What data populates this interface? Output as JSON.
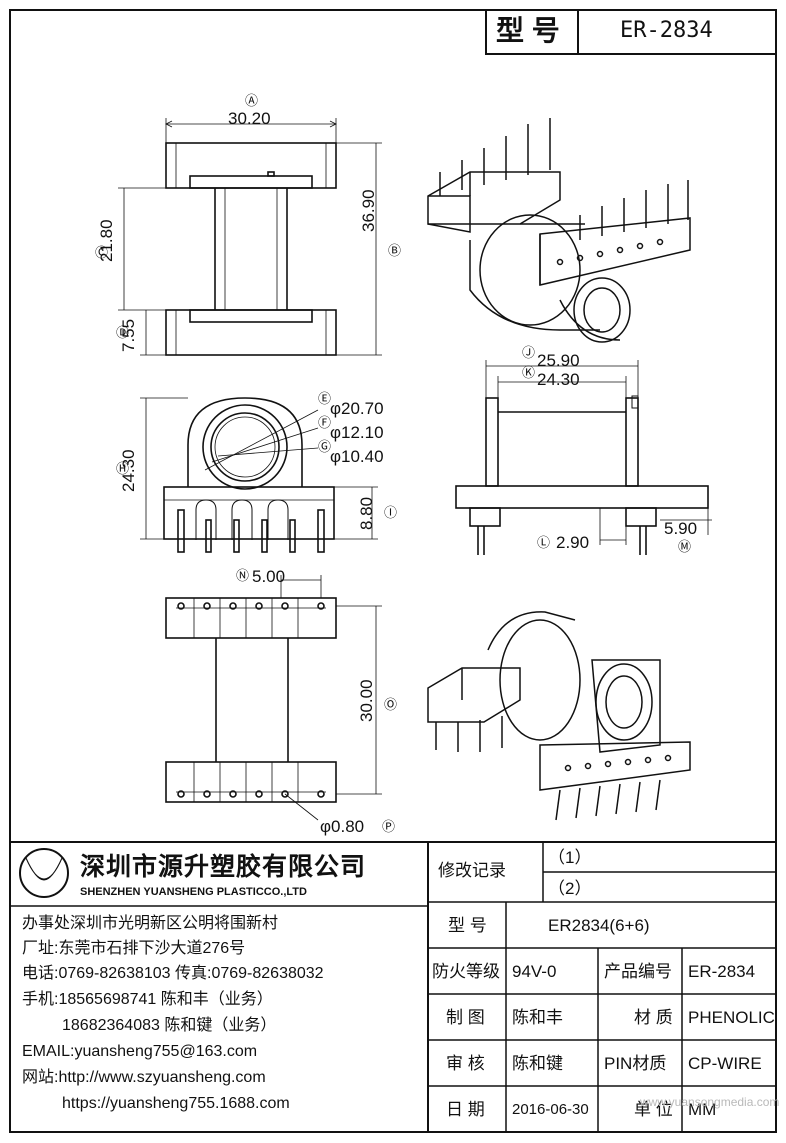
{
  "header": {
    "model_label": "型 号",
    "model_value": "ER-2834"
  },
  "dimensions": {
    "A": "Ⓐ",
    "A_val": "30.20",
    "B": "Ⓑ",
    "B_val": "36.90",
    "C": "Ⓒ",
    "C_val": "21.80",
    "D": "Ⓓ",
    "D_val": "7.55",
    "E": "Ⓔ",
    "E_val": "φ20.70",
    "F": "Ⓕ",
    "F_val": "φ12.10",
    "G": "Ⓖ",
    "G_val": "φ10.40",
    "H": "Ⓗ",
    "H_val": "24.30",
    "I": "Ⓘ",
    "I_val": "8.80",
    "J": "Ⓙ",
    "J_val": "25.90",
    "K": "Ⓚ",
    "K_val": "24.30",
    "L": "Ⓛ",
    "L_val": "2.90",
    "M": "Ⓜ",
    "M_val": "5.90",
    "N": "Ⓝ",
    "N_val": "5.00",
    "O": "Ⓞ",
    "O_val": "30.00",
    "P": "Ⓟ",
    "P_val": "φ0.80"
  },
  "company": {
    "name_cn": "深圳市源升塑胶有限公司",
    "name_en": "SHENZHEN YUANSHENG PLASTICCO.,LTD",
    "office": "办事处深圳市光明新区公明将围新村",
    "factory": "厂址:东莞市石排下沙大道276号",
    "phone": "电话:0769-82638103 传真:0769-82638032",
    "mobile1": "手机:18565698741 陈和丰（业务）",
    "mobile2": "18682364083 陈和键（业务）",
    "email": "EMAIL:yuansheng755@163.com",
    "web1": "网站:http://www.szyuansheng.com",
    "web2": "https://yuansheng755.1688.com"
  },
  "table": {
    "revision_label": "修改记录",
    "rev1": "（1）",
    "rev2": "（2）",
    "model_label": "型 号",
    "model_value": "ER2834(6+6)",
    "fire_label": "防火等级",
    "fire_value": "94V-0",
    "product_no_label": "产品编号",
    "product_no_value": "ER-2834",
    "drawn_label": "制 图",
    "drawn_value": "陈和丰",
    "material_label": "材 质",
    "material_value": "PHENOLIC",
    "review_label": "审 核",
    "review_value": "陈和键",
    "pin_label": "PIN材质",
    "pin_value": "CP-WIRE",
    "date_label": "日 期",
    "date_value": "2016-06-30",
    "unit_label": "单 位",
    "unit_value": "MM"
  },
  "watermark": "www.yuansongmedia.com"
}
